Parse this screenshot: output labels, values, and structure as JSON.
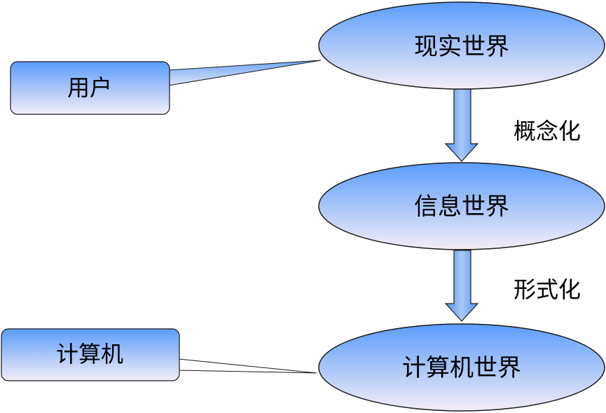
{
  "nodes": {
    "real_world": "现实世界",
    "info_world": "信息世界",
    "computer_world": "计算机世界",
    "user": "用户",
    "computer": "计算机"
  },
  "arrows": {
    "conceptualization": "概念化",
    "formalization": "形式化"
  },
  "colors": {
    "fill_top": "#6ea9ff",
    "fill_bottom": "#f3eef6",
    "outline": "#1a1a1a",
    "callout_fill": "#9bbef2"
  }
}
